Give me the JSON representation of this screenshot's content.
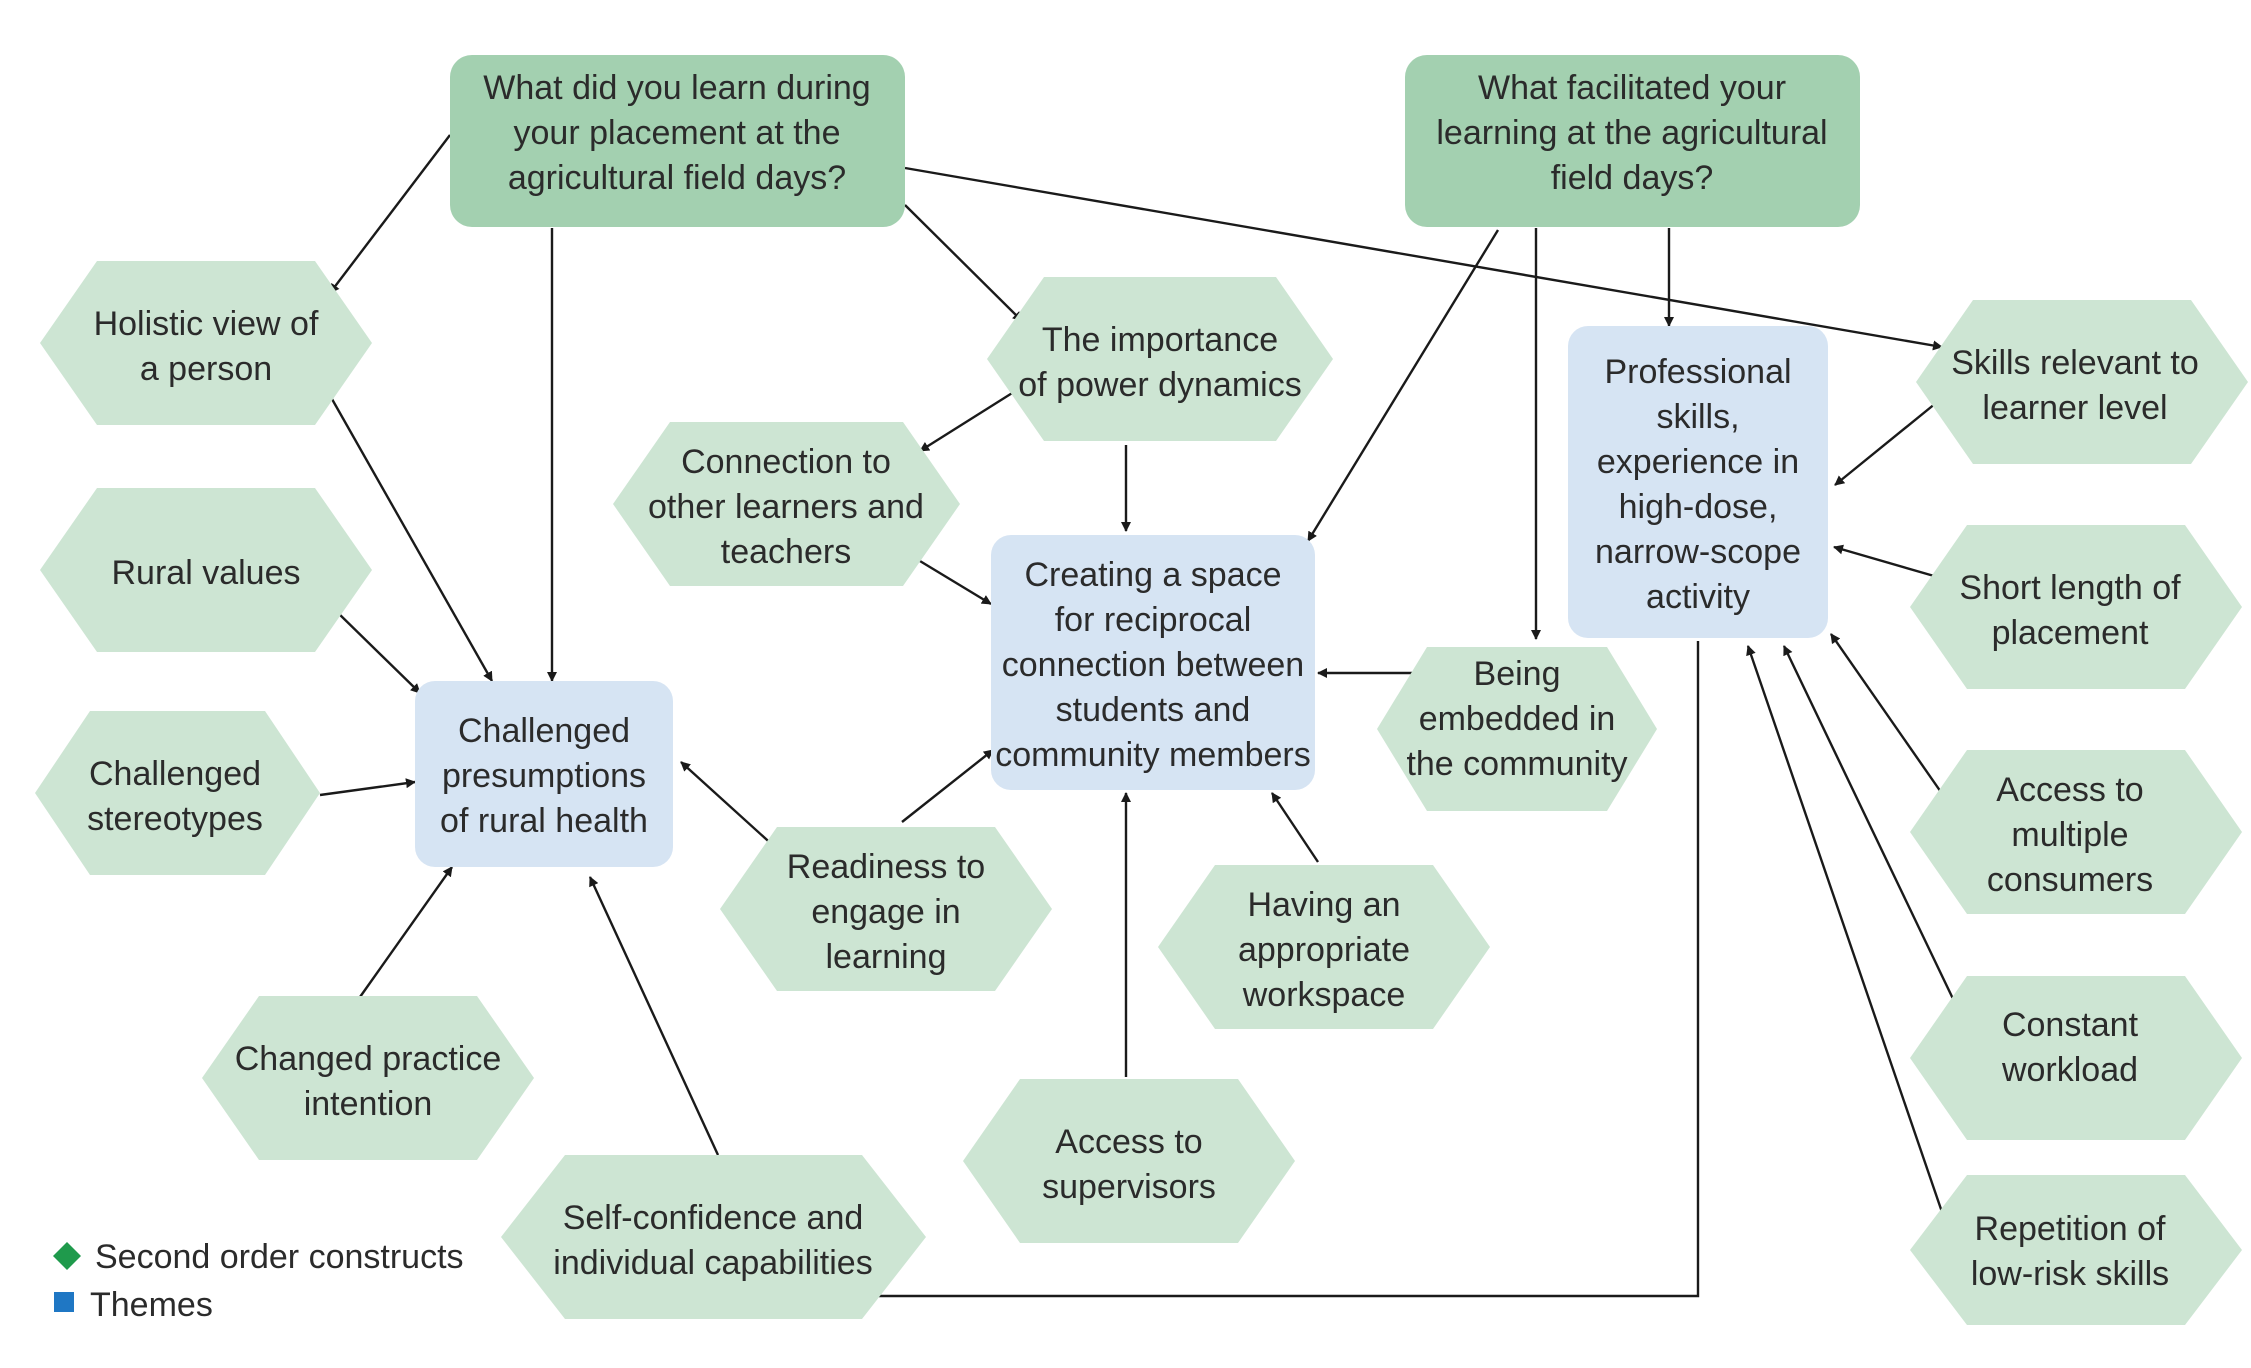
{
  "colors": {
    "question_fill": "#a3d0b0",
    "theme_fill": "#d6e4f3",
    "construct_fill": "#cde5d3",
    "legend_green": "#1f9a4c",
    "legend_blue": "#1f77c4",
    "arrow": "#1a1a1a"
  },
  "questions": {
    "q1": [
      "What did you learn during",
      "your placement at the",
      "agricultural field days?"
    ],
    "q2": [
      "What facilitated your",
      "learning at the agricultural",
      "field days?"
    ]
  },
  "themes": {
    "challenged": [
      "Challenged",
      "presumptions",
      "of rural health"
    ],
    "space": [
      "Creating a space",
      "for reciprocal",
      "connection between",
      "students and",
      "community members"
    ],
    "professional": [
      "Professional",
      "skills,",
      "experience in",
      "high-dose,",
      "narrow-scope",
      "activity"
    ]
  },
  "constructs": {
    "holistic": [
      "Holistic view of",
      "a person"
    ],
    "rural_values": [
      "Rural values"
    ],
    "stereotypes": [
      "Challenged",
      "stereotypes"
    ],
    "changed_practice": [
      "Changed practice",
      "intention"
    ],
    "self_confidence": [
      "Self-confidence and",
      "individual capabilities"
    ],
    "readiness": [
      "Readiness to",
      "engage in",
      "learning"
    ],
    "connection": [
      "Connection to",
      "other learners and",
      "teachers"
    ],
    "power": [
      "The importance",
      "of power dynamics"
    ],
    "supervisors": [
      "Access to",
      "supervisors"
    ],
    "workspace": [
      "Having an",
      "appropriate",
      "workspace"
    ],
    "embedded": [
      "Being",
      "embedded in",
      "the community"
    ],
    "skills_relevant": [
      "Skills relevant to",
      "learner level"
    ],
    "short_length": [
      "Short length of",
      "placement"
    ],
    "multiple": [
      "Access to",
      "multiple",
      "consumers"
    ],
    "workload": [
      "Constant",
      "workload"
    ],
    "repetition": [
      "Repetition of",
      "low-risk skills"
    ]
  },
  "legend": {
    "second_order": "Second order constructs",
    "themes": "Themes"
  }
}
